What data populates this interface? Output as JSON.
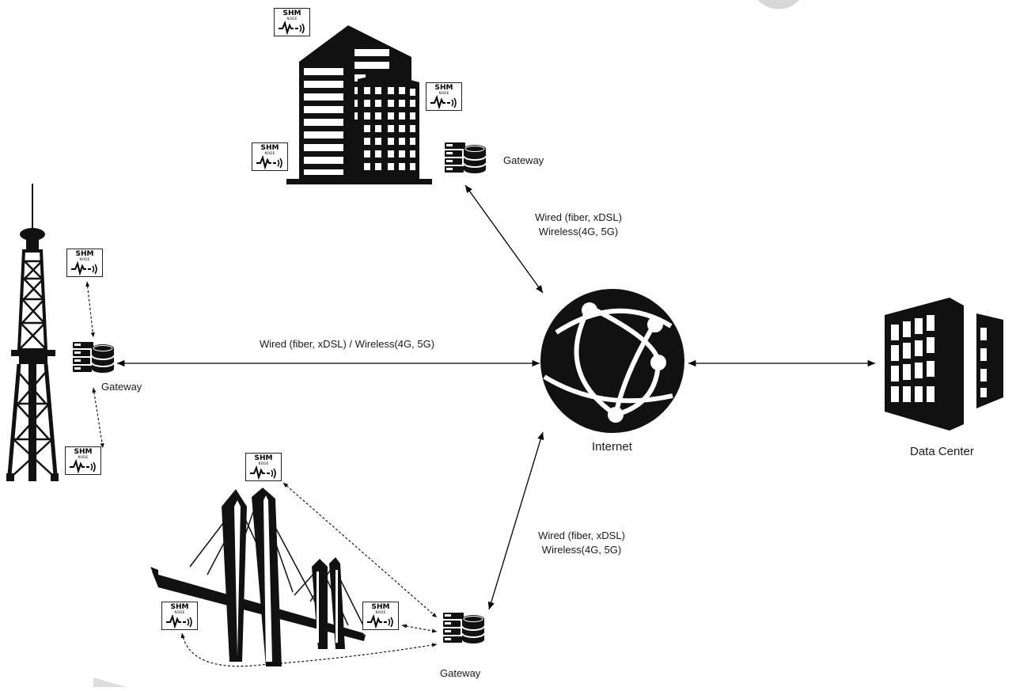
{
  "labels": {
    "gateway_top": "Gateway",
    "gateway_left": "Gateway",
    "gateway_bottom": "Gateway",
    "link_top_line1": "Wired (fiber, xDSL)",
    "link_top_line2": "Wireless(4G, 5G)",
    "link_left": "Wired (fiber, xDSL) / Wireless(4G, 5G)",
    "link_bottom_line1": "Wired (fiber, xDSL)",
    "link_bottom_line2": "Wireless(4G, 5G)",
    "internet": "Internet",
    "data_center": "Data Center"
  },
  "shm_node": {
    "title": "SHM",
    "subtitle": "NODE"
  },
  "icons": {
    "building": "office-building-icon",
    "tower": "tv-tower-icon",
    "bridge": "cable-stayed-bridge-icon",
    "gateway": "gateway-server-icon",
    "internet": "globe-network-icon",
    "data_center": "data-center-icon",
    "sensor": "shm-node-sensor-icon"
  },
  "colors": {
    "ink": "#111111",
    "line": "#000000",
    "background": "#ffffff"
  }
}
